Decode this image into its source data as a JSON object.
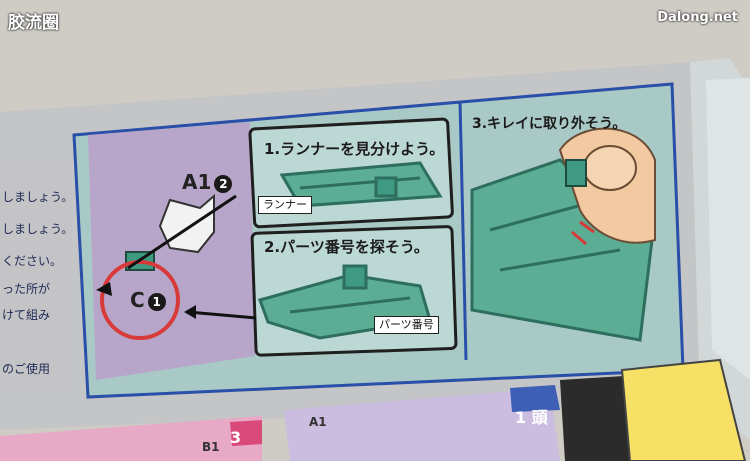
{
  "watermarks": {
    "left": "胶流圈",
    "right": "Dalong.net"
  },
  "instructions": {
    "step1": "1.ランナーを見分けよう。",
    "step2": "2.パーツ番号を探そう。",
    "step3": "3.キレイに取り外そう。",
    "runner_tag": "ランナー",
    "parts_tag": "パーツ番号",
    "code_a": "A1",
    "code_a_num": "2",
    "code_c": "C",
    "code_c_num": "1"
  },
  "left_text": [
    "しましょう。",
    "しましょう。",
    "ください。",
    "った所が",
    "けて組み",
    "のご使用"
  ],
  "bottom": {
    "head": "1 頭",
    "b1": "B1",
    "a1": "A1",
    "num3": "3"
  },
  "colors": {
    "panel": "#a9c9c6",
    "lavender": "#b7a6c9",
    "border": "#2a4fa8",
    "runner": "#3e9b82",
    "circle": "#d83a3a"
  }
}
